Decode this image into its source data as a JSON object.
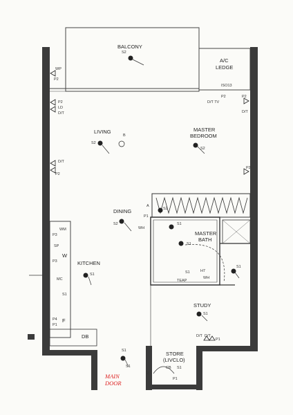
{
  "rooms": {
    "balcony": "BALCONY",
    "ac_ledge_1": "A/C",
    "ac_ledge_2": "LEDGE",
    "living": "LIVING",
    "master_bedroom_1": "MASTER",
    "master_bedroom_2": "BEDROOM",
    "dining": "DINING",
    "master_bath_1": "MASTER",
    "master_bath_2": "BATH",
    "kitchen": "KITCHEN",
    "study": "STUDY",
    "store_1": "STORE",
    "store_2": "(LIVCLO)",
    "db": "DB"
  },
  "fixtures": {
    "s2": "S2",
    "s1": "S1",
    "b": "B",
    "p2": "P2",
    "p1": "P1",
    "p3": "P3",
    "p4": "P4",
    "wp": "WP",
    "iso13": "ISO13",
    "dt": "D/T",
    "ld": "LD",
    "dtt": "D/T TV",
    "wm": "WM",
    "wh": "WH",
    "h7": "H7",
    "teap": "TEAP",
    "w": "W",
    "f": "F",
    "sp": "SP",
    "mc": "MC",
    "a": "A",
    "two": "2",
    "cb": "CB"
  },
  "annotation": {
    "line1": "MAIN",
    "line2": "DOOR"
  },
  "colors": {
    "wall": "#3b3b3b",
    "line": "#333333",
    "ink": "#d22222"
  }
}
